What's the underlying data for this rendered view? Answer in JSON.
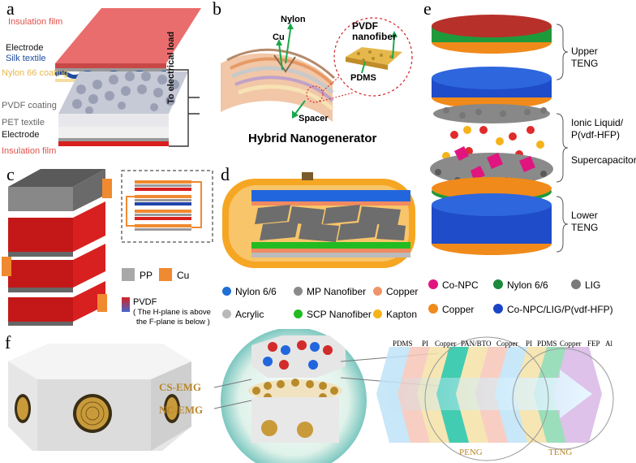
{
  "panel_a": {
    "label": "a",
    "insulation_top": "Insulation film",
    "electrode_top": "Electrode",
    "silk": "Silk textile",
    "nylon": "Nylon 66 coating",
    "pvdf": "PVDF coating",
    "pet": "PET textile",
    "electrode_bottom": "Electrode",
    "insulation_bottom": "Insulation film",
    "load": "To electrical load"
  },
  "panel_b": {
    "label": "b",
    "nylon": "Nylon",
    "cu": "Cu",
    "pvdf": "PVDF nanofiber",
    "pdms": "PDMS",
    "spacer": "Spacer",
    "title": "Hybrid Nanogenerator"
  },
  "panel_c": {
    "label": "c",
    "pp": "PP",
    "cu": "Cu",
    "pvdf": "PVDF",
    "note1": "( The H-plane is above",
    "note2": "the F-plane is below )"
  },
  "panel_d": {
    "label": "d",
    "legend": [
      {
        "label": "Nylon 6/6",
        "color": "#1f6fd6"
      },
      {
        "label": "MP Nanofiber",
        "color": "#8a8a8a"
      },
      {
        "label": "Copper",
        "color": "#f0946a"
      },
      {
        "label": "Acrylic",
        "color": "#b8b8b8"
      },
      {
        "label": "SCP Nanofiber",
        "color": "#22bb22"
      },
      {
        "label": "Kapton",
        "color": "#f5b31a"
      }
    ]
  },
  "panel_e": {
    "label": "e",
    "upper": "Upper TENG",
    "ionic": "Ionic Liquid/ P(vdf-HFP)",
    "super": "Supercapacitor",
    "lower": "Lower TENG",
    "legend": [
      {
        "label": "Co-NPC",
        "color": "#e0157f"
      },
      {
        "label": "Nylon 6/6",
        "color": "#1a8a3a"
      },
      {
        "label": "LIG",
        "color": "#7a7a7a"
      },
      {
        "label": "Copper",
        "color": "#f08a1a"
      },
      {
        "label": "Co-NPC/LIG/P(vdf-HFP)",
        "color": "#1a44c8"
      }
    ]
  },
  "panel_f": {
    "label": "f",
    "cs": "CS-EMG",
    "nc": "NC-EMG",
    "layers": [
      "PDMS",
      "PI",
      "Copper",
      "PAN/BTO",
      "Copper",
      "PI",
      "PDMS",
      "Copper",
      "FEP",
      "Al"
    ],
    "peng": "PENG",
    "teng": "TENG"
  }
}
